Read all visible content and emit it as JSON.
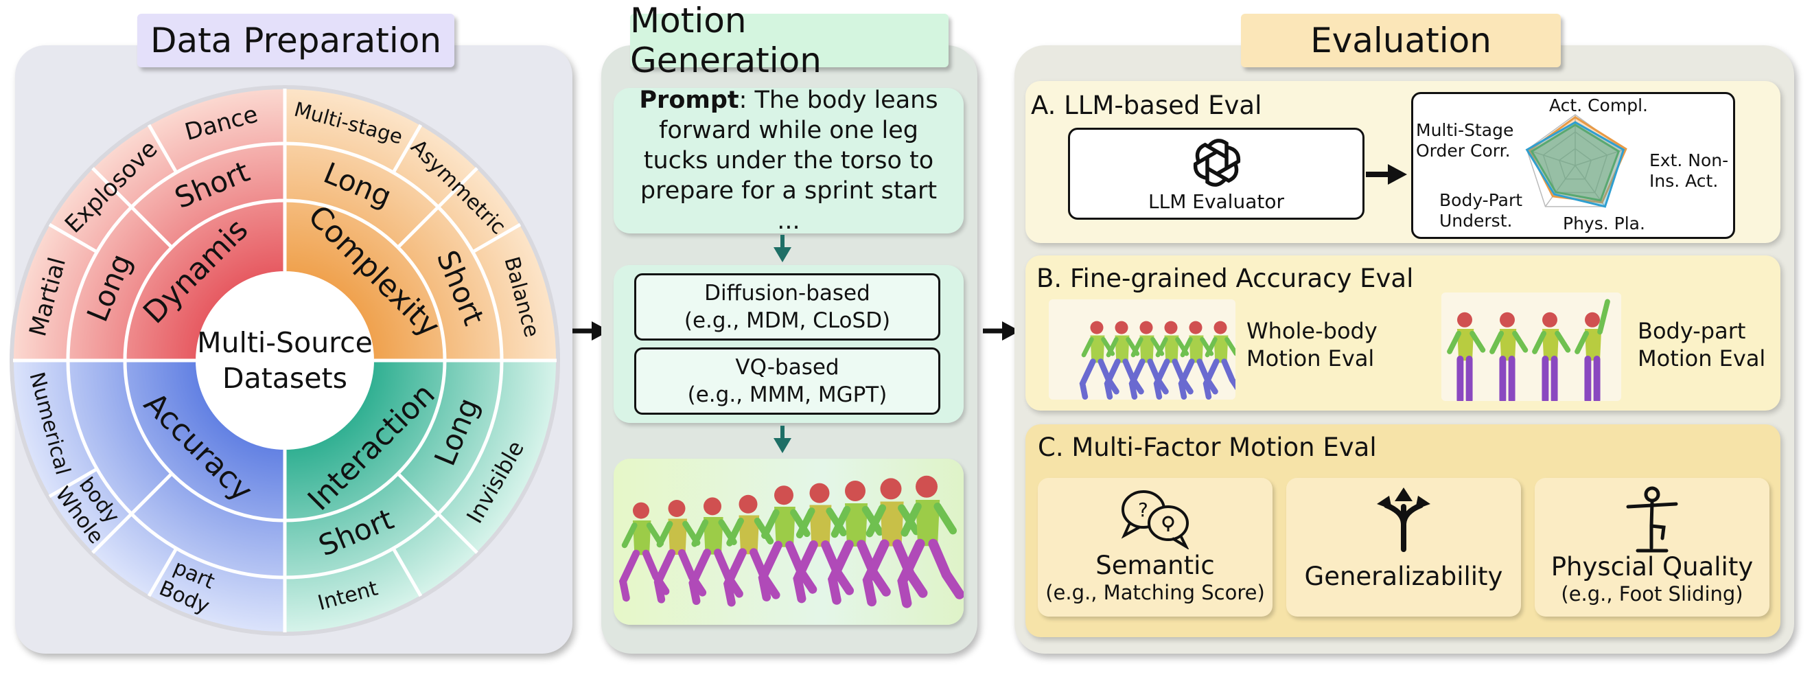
{
  "sections": {
    "data_preparation": "Data Preparation",
    "motion_generation": "Motion Generation",
    "evaluation": "Evaluation"
  },
  "wheel": {
    "center": [
      "Multi-Source",
      "Datasets"
    ],
    "inner": [
      "Dynamis",
      "Complexity",
      "Interaction",
      "Accuracy"
    ],
    "middle": [
      "Long",
      "Short",
      "Long",
      "Short",
      "Long",
      "Short"
    ],
    "outer": [
      "Martial",
      "Explosove",
      "Dance",
      "Multi-stage",
      "Asymmetric",
      "Balance",
      "Invisible",
      "Intent",
      "Body part",
      "Whole body",
      "Numerical"
    ],
    "colors": {
      "dynamis": "#e86a6a",
      "complexity": "#f0a050",
      "interaction": "#38b898",
      "accuracy": "#6a86e6"
    }
  },
  "prompt": {
    "label": "Prompt",
    "text": ": The body leans forward while one leg tucks under the torso to prepare for a sprint start ..."
  },
  "generators": [
    {
      "name": "Diffusion-based",
      "examples": "(e.g., MDM, CLoSD)"
    },
    {
      "name": "VQ-based",
      "examples": "(e.g., MMM, MGPT)"
    }
  ],
  "eval_a": {
    "title": "A. LLM-based Eval",
    "evaluator": "LLM Evaluator",
    "icon": "openai-logo-icon",
    "radar_axes": [
      "Act. Compl.",
      "Ext. Non-Ins. Act.",
      "Phys. Pla.",
      "Body-Part Underst.",
      "Multi-Stage Order Corr."
    ]
  },
  "eval_b": {
    "title": "B. Fine-grained Accuracy Eval",
    "whole": [
      "Whole-body",
      "Motion Eval"
    ],
    "part": [
      "Body-part",
      "Motion Eval"
    ]
  },
  "eval_c": {
    "title": "C. Multi-Factor Motion Eval",
    "cards": [
      {
        "title": "Semantic",
        "sub": "(e.g., Matching Score)",
        "icon": "chat-bubbles-icon"
      },
      {
        "title": "Generalizability",
        "sub": "",
        "icon": "branching-arrows-icon"
      },
      {
        "title": "Physcial Quality",
        "sub": "(e.g., Foot Sliding)",
        "icon": "balance-figure-icon"
      }
    ]
  }
}
